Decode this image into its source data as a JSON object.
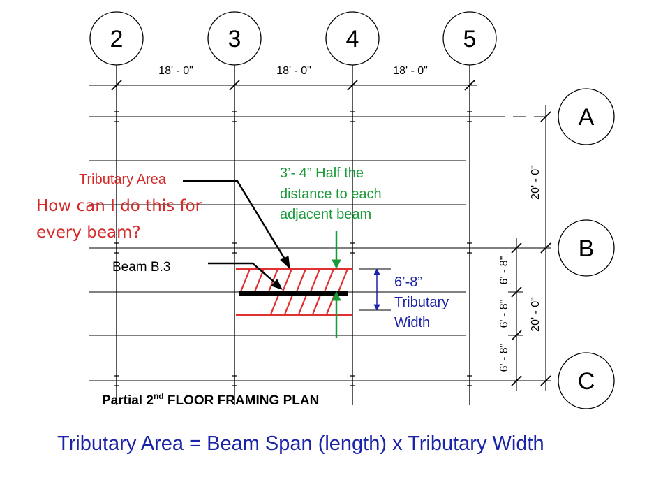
{
  "grid": {
    "columns": [
      "2",
      "3",
      "4",
      "5"
    ],
    "rows": [
      "A",
      "B",
      "C"
    ],
    "column_spacings": [
      "18' - 0\"",
      "18' - 0\"",
      "18' - 0\""
    ],
    "row_spacings": [
      "20' - 0\"",
      "20' - 0\""
    ],
    "beam_spacings": [
      "6' - 8\"",
      "6' - 8\"",
      "6' - 8\""
    ]
  },
  "annotations": {
    "tributary_area_label": "Tributary Area",
    "question_line1": "How can I do this for",
    "question_line2": "every beam?",
    "half_distance_line1": "3’- 4” Half the",
    "half_distance_line2": "distance to each",
    "half_distance_line3": "adjacent beam",
    "beam_label": "Beam B.3",
    "width_line1": "6’-8”",
    "width_line2": "Tributary",
    "width_line3": "Width"
  },
  "plan_title": {
    "prefix": "Partial 2",
    "superscript": "nd",
    "suffix": " FLOOR FRAMING PLAN"
  },
  "formula": "Tributary Area = Beam Span (length) x Tributary Width",
  "colors": {
    "note_red": "#d42a2a",
    "note_green": "#1a9a3a",
    "note_blue": "#1b23a6",
    "hatch_red": "#e03030"
  }
}
